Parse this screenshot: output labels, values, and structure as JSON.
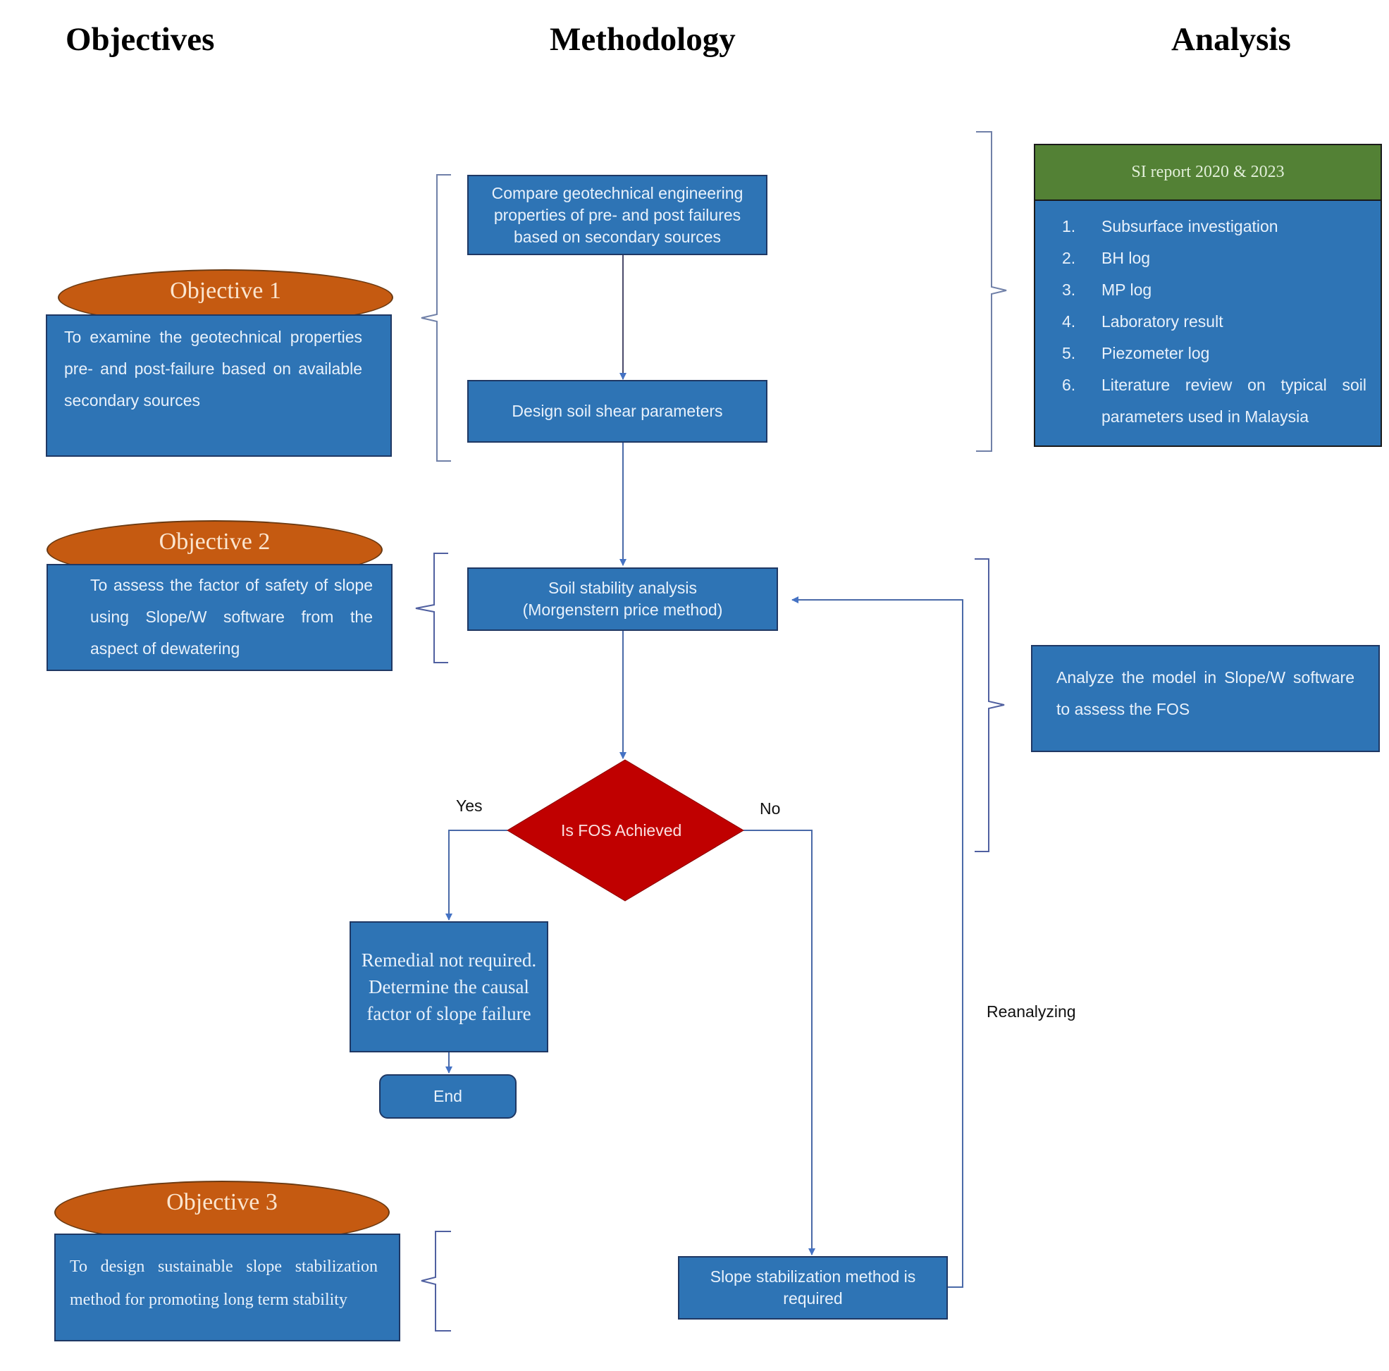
{
  "headings": {
    "objectives": "Objectives",
    "methodology": "Methodology",
    "analysis": "Analysis"
  },
  "objectives": [
    {
      "title": "Objective 1",
      "text": "To examine the geotechnical properties pre- and post-failure based on available secondary sources"
    },
    {
      "title": "Objective 2",
      "text": "To assess the factor of safety of slope using Slope/W software from the aspect of dewatering"
    },
    {
      "title": "Objective 3",
      "text": "To design sustainable slope stabilization method for promoting long term stability"
    }
  ],
  "methodology": {
    "compare": "Compare geotechnical engineering properties of pre- and post failures based on secondary sources",
    "design": "Design soil shear parameters",
    "stability": "Soil stability analysis\n(Morgenstern price method)",
    "stability_line1": "Soil stability analysis",
    "stability_line2": "(Morgenstern price method)",
    "decision": "Is FOS Achieved",
    "yes_label": "Yes",
    "no_label": "No",
    "remedial": "Remedial not required. Determine the causal factor of slope failure",
    "end": "End",
    "stabilization": "Slope stabilization method is required",
    "reanalyzing": "Reanalyzing"
  },
  "analysis": {
    "si_report": {
      "title": "SI report 2020 & 2023",
      "items": [
        {
          "num": "1.",
          "text": "Subsurface investigation"
        },
        {
          "num": "2.",
          "text": "BH log"
        },
        {
          "num": "3.",
          "text": "MP log"
        },
        {
          "num": "4.",
          "text": "Laboratory result"
        },
        {
          "num": "5.",
          "text": "Piezometer log"
        },
        {
          "num": "6.",
          "text": "Literature review on typical soil parameters used in Malaysia"
        }
      ]
    },
    "slopew": "Analyze the model in Slope/W software to assess the FOS"
  },
  "colors": {
    "box_blue": "#2e74b5",
    "objective_orange": "#c55a11",
    "header_green": "#538135",
    "decision_red": "#c00000",
    "connector": "#4472c4"
  }
}
